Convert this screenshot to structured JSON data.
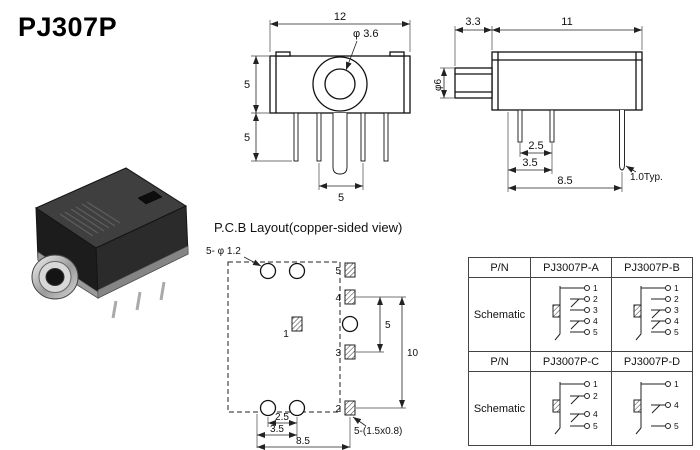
{
  "title": "PJ307P",
  "front_view": {
    "dim_width": "12",
    "dim_hole_dia": "φ 3.6",
    "dim_body_height": "5",
    "dim_pin_length": "5",
    "dim_pin_spacing": "5"
  },
  "side_view": {
    "dim_bushing_length": "3.3",
    "dim_body_length": "11",
    "dim_bushing_dia": "φ6",
    "dim_pin_pitch": "2.5",
    "dim_pin_offset": "3.5",
    "dim_pin_span": "8.5",
    "dim_pin_typ": "1.0Typ."
  },
  "pcb_layout": {
    "heading": "P.C.B Layout(copper-sided view)",
    "holes_note": "5- φ 1.2",
    "pads_note": "5-(1.5x0.8)",
    "pad_numbers": [
      "5",
      "4",
      "3",
      "2"
    ],
    "center_pad_number": "1",
    "dim_vertical_small": "5",
    "dim_vertical_large": "10",
    "dim_h_pitch": "2.5",
    "dim_h_offset": "3.5",
    "dim_h_span": "8.5"
  },
  "table": {
    "pn_header": "P/N",
    "schematic_header": "Schematic",
    "variant_a": "PJ3007P-A",
    "variant_b": "PJ3007P-B",
    "variant_c": "PJ3007P-C",
    "variant_d": "PJ3007P-D",
    "pins_a": [
      "1",
      "2",
      "3",
      "4",
      "5"
    ],
    "pins_b": [
      "1",
      "2",
      "3",
      "4",
      "5"
    ],
    "pins_c": [
      "1",
      "2",
      "4",
      "5"
    ],
    "pins_d": [
      "1",
      "4",
      "5"
    ]
  }
}
